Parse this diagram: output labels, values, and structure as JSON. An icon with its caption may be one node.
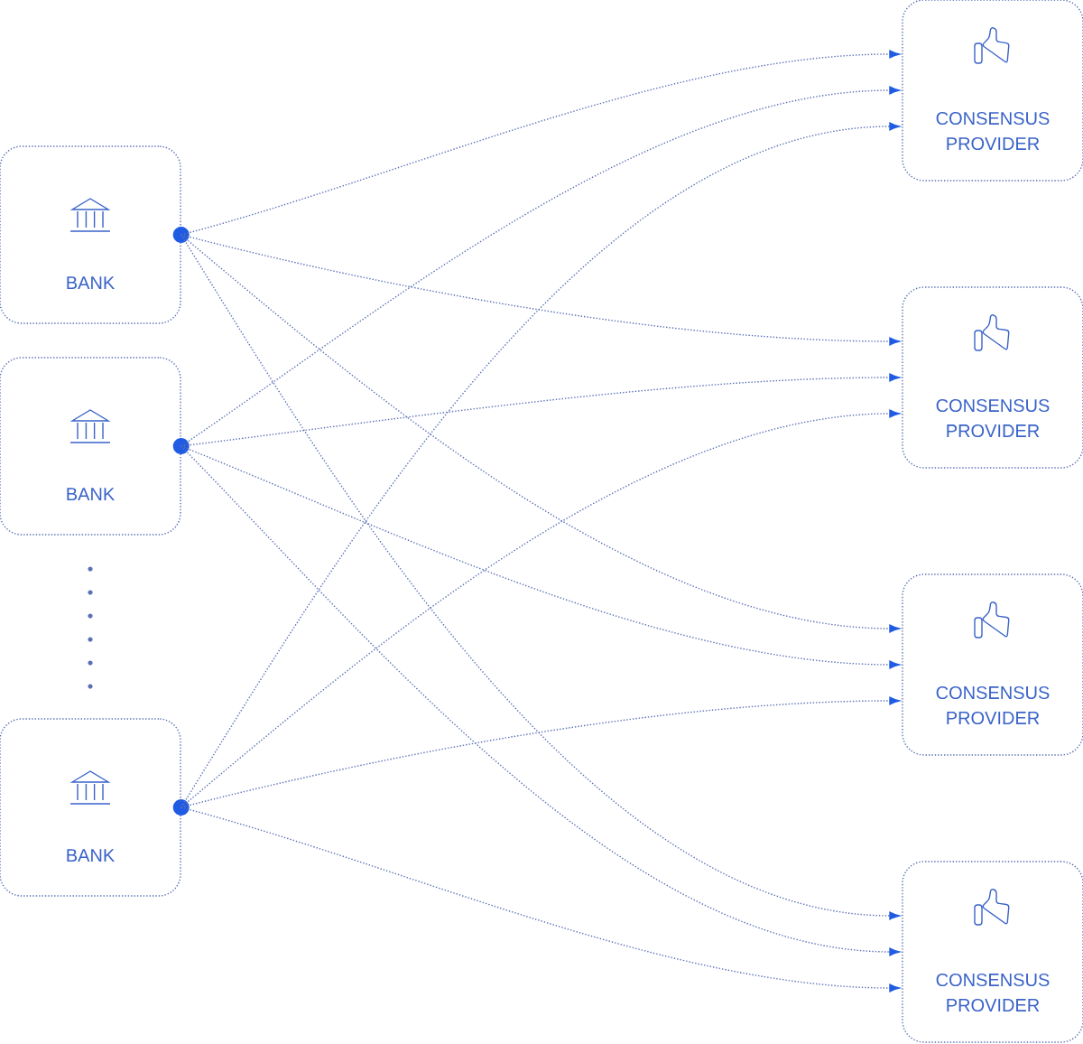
{
  "diagram": {
    "nodes": [
      {
        "text": [
          "BANK"
        ]
      },
      {
        "text": [
          "BANK"
        ]
      },
      {
        "text": [
          "BANK"
        ]
      },
      {
        "text": [
          "CONSENSUS PROVIDER"
        ]
      },
      {
        "text": [
          "CONSENSUS PROVIDER"
        ]
      },
      {
        "text": [
          "CONSENSUS PROVIDER"
        ]
      },
      {
        "text": [
          "CONSENSUS PROVIDER"
        ]
      }
    ],
    "edges": [
      {
        "from": 0,
        "to": 3,
        "arrow": "to"
      },
      {
        "from": 0,
        "to": 4,
        "arrow": "to"
      },
      {
        "from": 0,
        "to": 5,
        "arrow": "to"
      },
      {
        "from": 0,
        "to": 6,
        "arrow": "to"
      },
      {
        "from": 1,
        "to": 3,
        "arrow": "to"
      },
      {
        "from": 1,
        "to": 4,
        "arrow": "to"
      },
      {
        "from": 1,
        "to": 5,
        "arrow": "to"
      },
      {
        "from": 1,
        "to": 6,
        "arrow": "to"
      },
      {
        "from": 2,
        "to": 3,
        "arrow": "to"
      },
      {
        "from": 2,
        "to": 4,
        "arrow": "to"
      },
      {
        "from": 2,
        "to": 5,
        "arrow": "to"
      },
      {
        "from": 2,
        "to": 6,
        "arrow": "to"
      }
    ]
  }
}
